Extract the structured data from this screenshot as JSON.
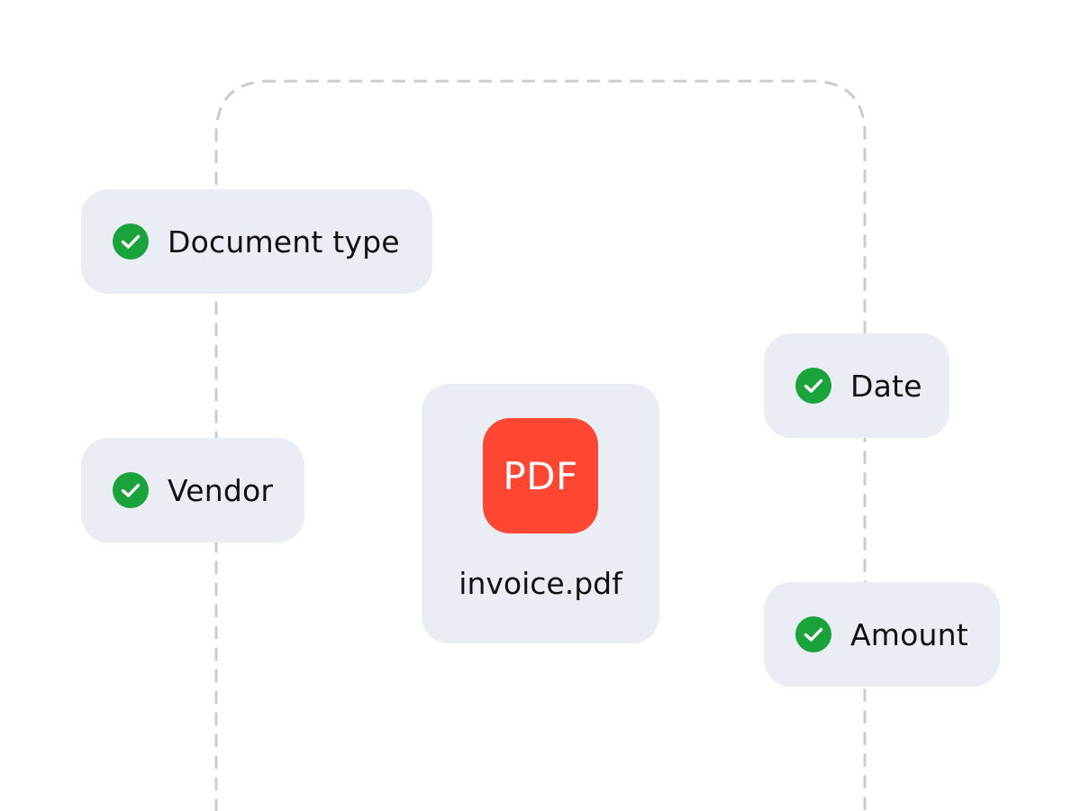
{
  "fields": [
    {
      "id": "document-type",
      "label": "Document type",
      "status": "checked"
    },
    {
      "id": "vendor",
      "label": "Vendor",
      "status": "checked"
    },
    {
      "id": "date",
      "label": "Date",
      "status": "checked"
    },
    {
      "id": "amount",
      "label": "Amount",
      "status": "checked"
    }
  ],
  "file": {
    "badge_text": "PDF",
    "name": "invoice.pdf",
    "icon": "pdf-file-icon"
  },
  "colors": {
    "check": "#1aa33a",
    "pdf_badge": "#ff4632",
    "pill_bg": "#eaedf4",
    "connector": "#cccccc"
  }
}
